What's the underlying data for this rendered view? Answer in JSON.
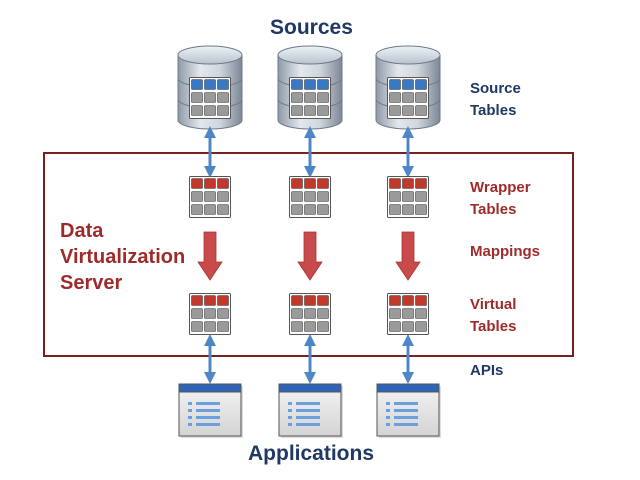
{
  "title_top": "Sources",
  "title_bottom": "Applications",
  "server_label": [
    "Data",
    "Virtualization",
    "Server"
  ],
  "side_labels": {
    "source_tables": [
      "Source",
      "Tables"
    ],
    "wrapper_tables": [
      "Wrapper",
      "Tables"
    ],
    "mappings": "Mappings",
    "virtual_tables": [
      "Virtual",
      "Tables"
    ],
    "apis": "APIs"
  },
  "columns": 3,
  "colors": {
    "navy": "#1f3864",
    "server_red": "#9e2b2b",
    "arrow_red": "#c94a4a",
    "arrow_blue": "#4f86c6",
    "cell_red": "#c0392b",
    "cell_blue": "#3b78c4",
    "cell_gray": "#9a9a9a",
    "cylinder": "#bfc7d1"
  },
  "icons": {
    "source": "database-icon",
    "wrapper": "table-grid-icon",
    "virtual": "table-grid-icon",
    "application": "application-window-icon",
    "mapping": "arrow-down-icon",
    "api": "double-arrow-icon"
  }
}
